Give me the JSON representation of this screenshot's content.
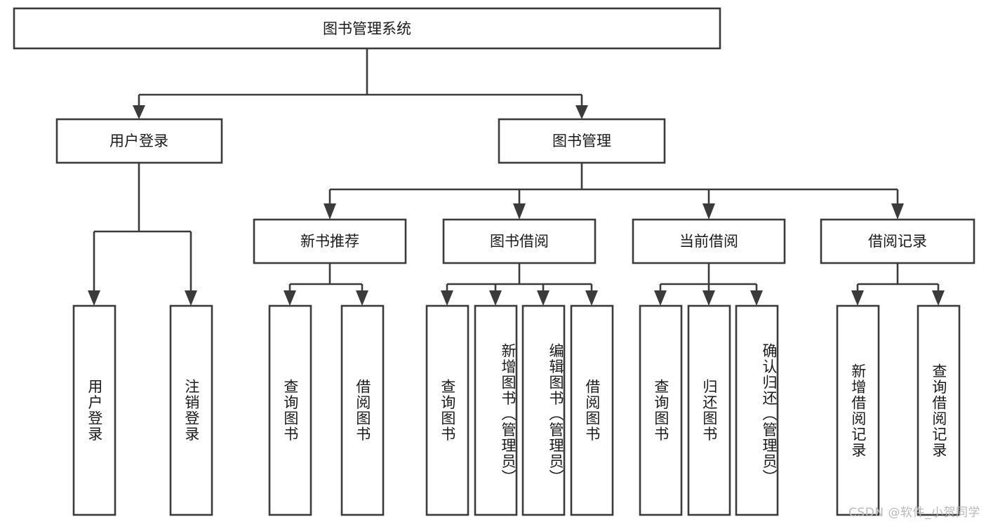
{
  "diagram": {
    "type": "tree-hierarchy",
    "title_node": {
      "label": "图书管理系统"
    },
    "level2": [
      {
        "label": "用户登录"
      },
      {
        "label": "图书管理"
      }
    ],
    "level3": [
      {
        "label": "新书推荐"
      },
      {
        "label": "图书借阅"
      },
      {
        "label": "当前借阅"
      },
      {
        "label": "借阅记录"
      }
    ],
    "leaves": {
      "user_login": [
        {
          "label": "用户登录"
        },
        {
          "label": "注销登录"
        }
      ],
      "new_book_recommend": [
        {
          "label": "查询图书"
        },
        {
          "label": "借阅图书"
        }
      ],
      "book_borrow": [
        {
          "label": "查询图书"
        },
        {
          "label": "新增图书（管理员）"
        },
        {
          "label": "编辑图书（管理员）"
        },
        {
          "label": "借阅图书"
        }
      ],
      "current_borrow": [
        {
          "label": "查询图书"
        },
        {
          "label": "归还图书"
        },
        {
          "label": "确认归还（管理员）"
        }
      ],
      "borrow_record": [
        {
          "label": "新增借阅记录"
        },
        {
          "label": "查询借阅记录"
        }
      ]
    }
  },
  "colors": {
    "stroke": "#3b3b3b",
    "box_fill": "#ffffff",
    "text": "#1a1a1a",
    "watermark": "#b9b9b9",
    "background": "#ffffff"
  },
  "watermark": {
    "text": "CSDN @软件_小贺同学"
  }
}
